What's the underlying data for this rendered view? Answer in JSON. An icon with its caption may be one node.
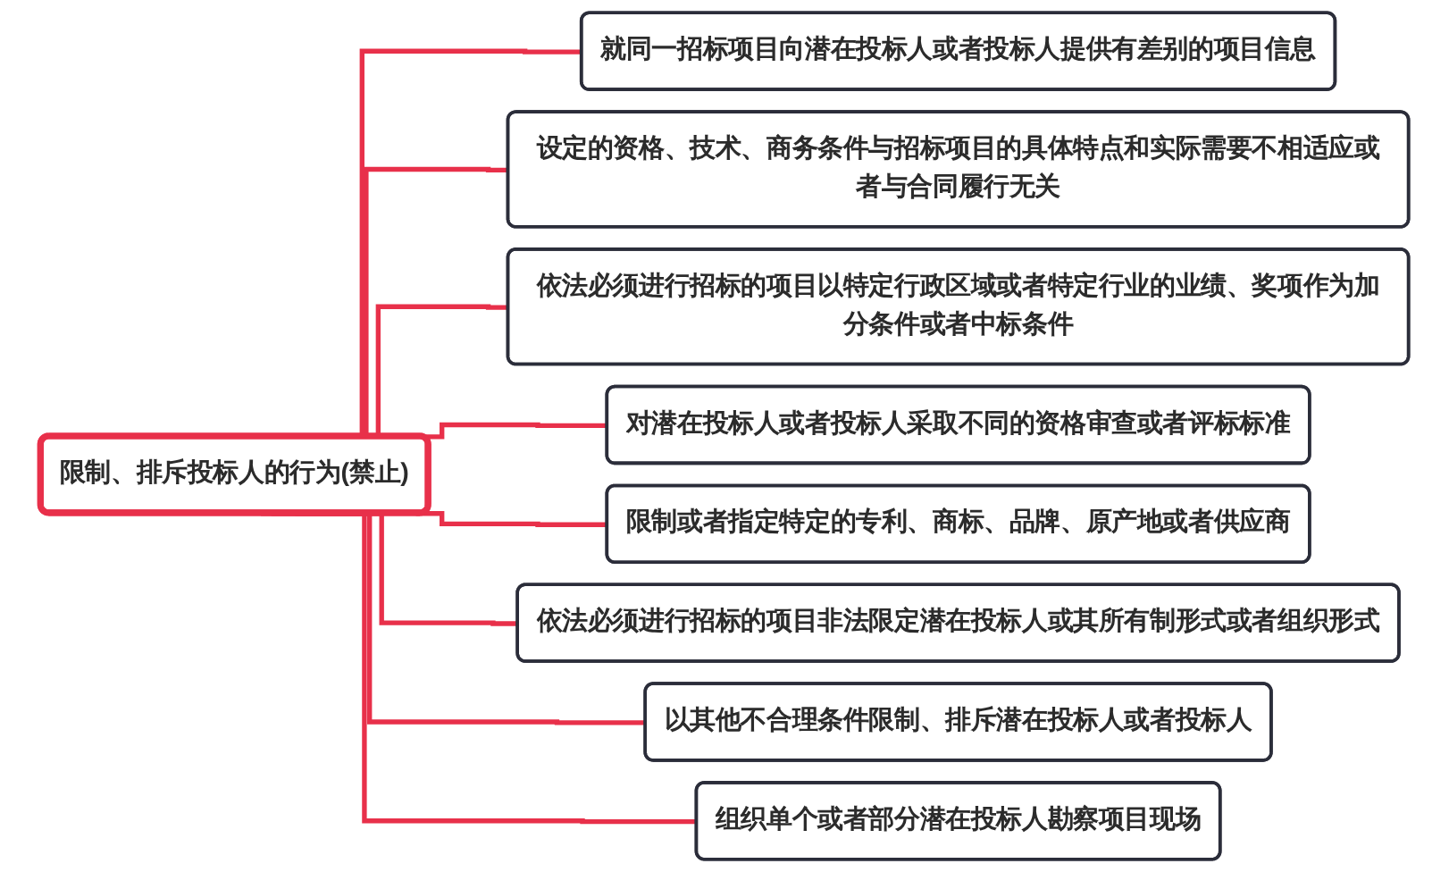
{
  "diagram": {
    "nodes": [
      {
        "text": [
          "限制、排斥投标人的行为(禁止)"
        ]
      },
      {
        "text": [
          "就同一招标项目向潜在投标人或者投标人提供有差别的项目信息"
        ]
      },
      {
        "text": [
          "设定的资格、技术、商务条件与招标项目的具体特点和实际需要不相适应或者与合同履行无关"
        ]
      },
      {
        "text": [
          "依法必须进行招标的项目以特定行政区域或者特定行业的业绩、奖项作为加分条件或者中标条件"
        ]
      },
      {
        "text": [
          "对潜在投标人或者投标人采取不同的资格审查或者评标标准"
        ]
      },
      {
        "text": [
          "限制或者指定特定的专利、商标、品牌、原产地或者供应商"
        ]
      },
      {
        "text": [
          "依法必须进行招标的项目非法限定潜在投标人或其所有制形式或者组织形式"
        ]
      },
      {
        "text": [
          "以其他不合理条件限制、排斥潜在投标人或者投标人"
        ]
      },
      {
        "text": [
          "组织单个或者部分潜在投标人勘察项目现场"
        ]
      }
    ],
    "edges": [
      {
        "from": 0,
        "to": 1,
        "arrow": "none"
      },
      {
        "from": 0,
        "to": 2,
        "arrow": "none"
      },
      {
        "from": 0,
        "to": 3,
        "arrow": "none"
      },
      {
        "from": 0,
        "to": 4,
        "arrow": "none"
      },
      {
        "from": 0,
        "to": 5,
        "arrow": "none"
      },
      {
        "from": 0,
        "to": 6,
        "arrow": "none"
      },
      {
        "from": 0,
        "to": 7,
        "arrow": "none"
      },
      {
        "from": 0,
        "to": 8,
        "arrow": "none"
      }
    ]
  }
}
